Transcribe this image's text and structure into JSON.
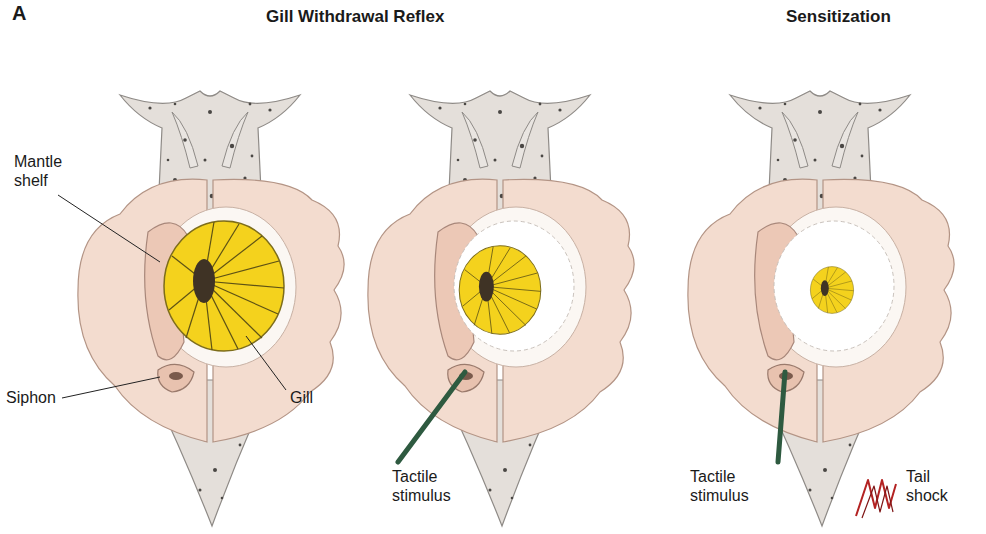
{
  "diagram": {
    "labels": [
      "A",
      "Gill Withdrawal Reflex",
      "Sensitization",
      "Mantle shelf",
      "Siphon",
      "Gill",
      "Tactile stimulus",
      "Tactile stimulus",
      "Tail shock"
    ]
  }
}
